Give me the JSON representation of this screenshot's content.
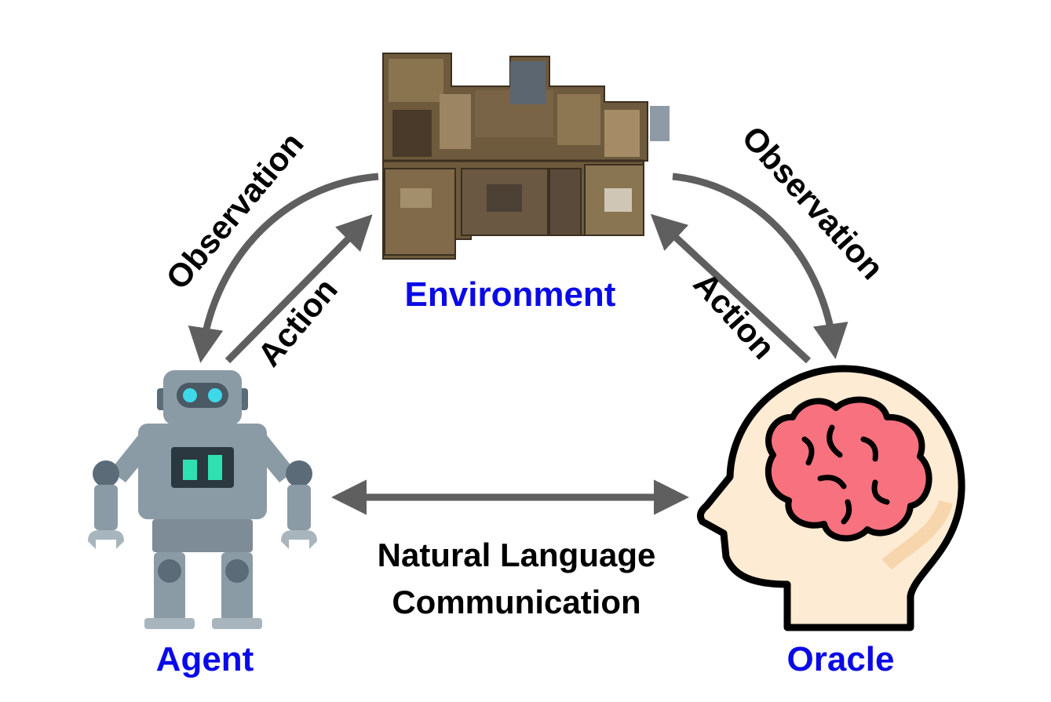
{
  "nodes": {
    "environment": {
      "label": "Environment",
      "image": "3d-floor-plan"
    },
    "agent": {
      "label": "Agent",
      "icon": "robot-icon"
    },
    "oracle": {
      "label": "Oracle",
      "icon": "head-brain-icon"
    }
  },
  "edges": {
    "left_observation": "Observation",
    "left_action": "Action",
    "right_observation": "Observation",
    "right_action": "Action",
    "communication": {
      "line1": "Natural Language",
      "line2": "Communication"
    }
  },
  "colors": {
    "node_label": "#0a0ae8",
    "arrow": "#5f5f5f",
    "text": "#000000",
    "robot_body": "#8b9ba6",
    "robot_dark": "#5b6c78",
    "robot_eye": "#3fd8e8",
    "robot_screen": "#2fe0b0",
    "head_skin": "#fdebd3",
    "brain": "#f7717f"
  }
}
